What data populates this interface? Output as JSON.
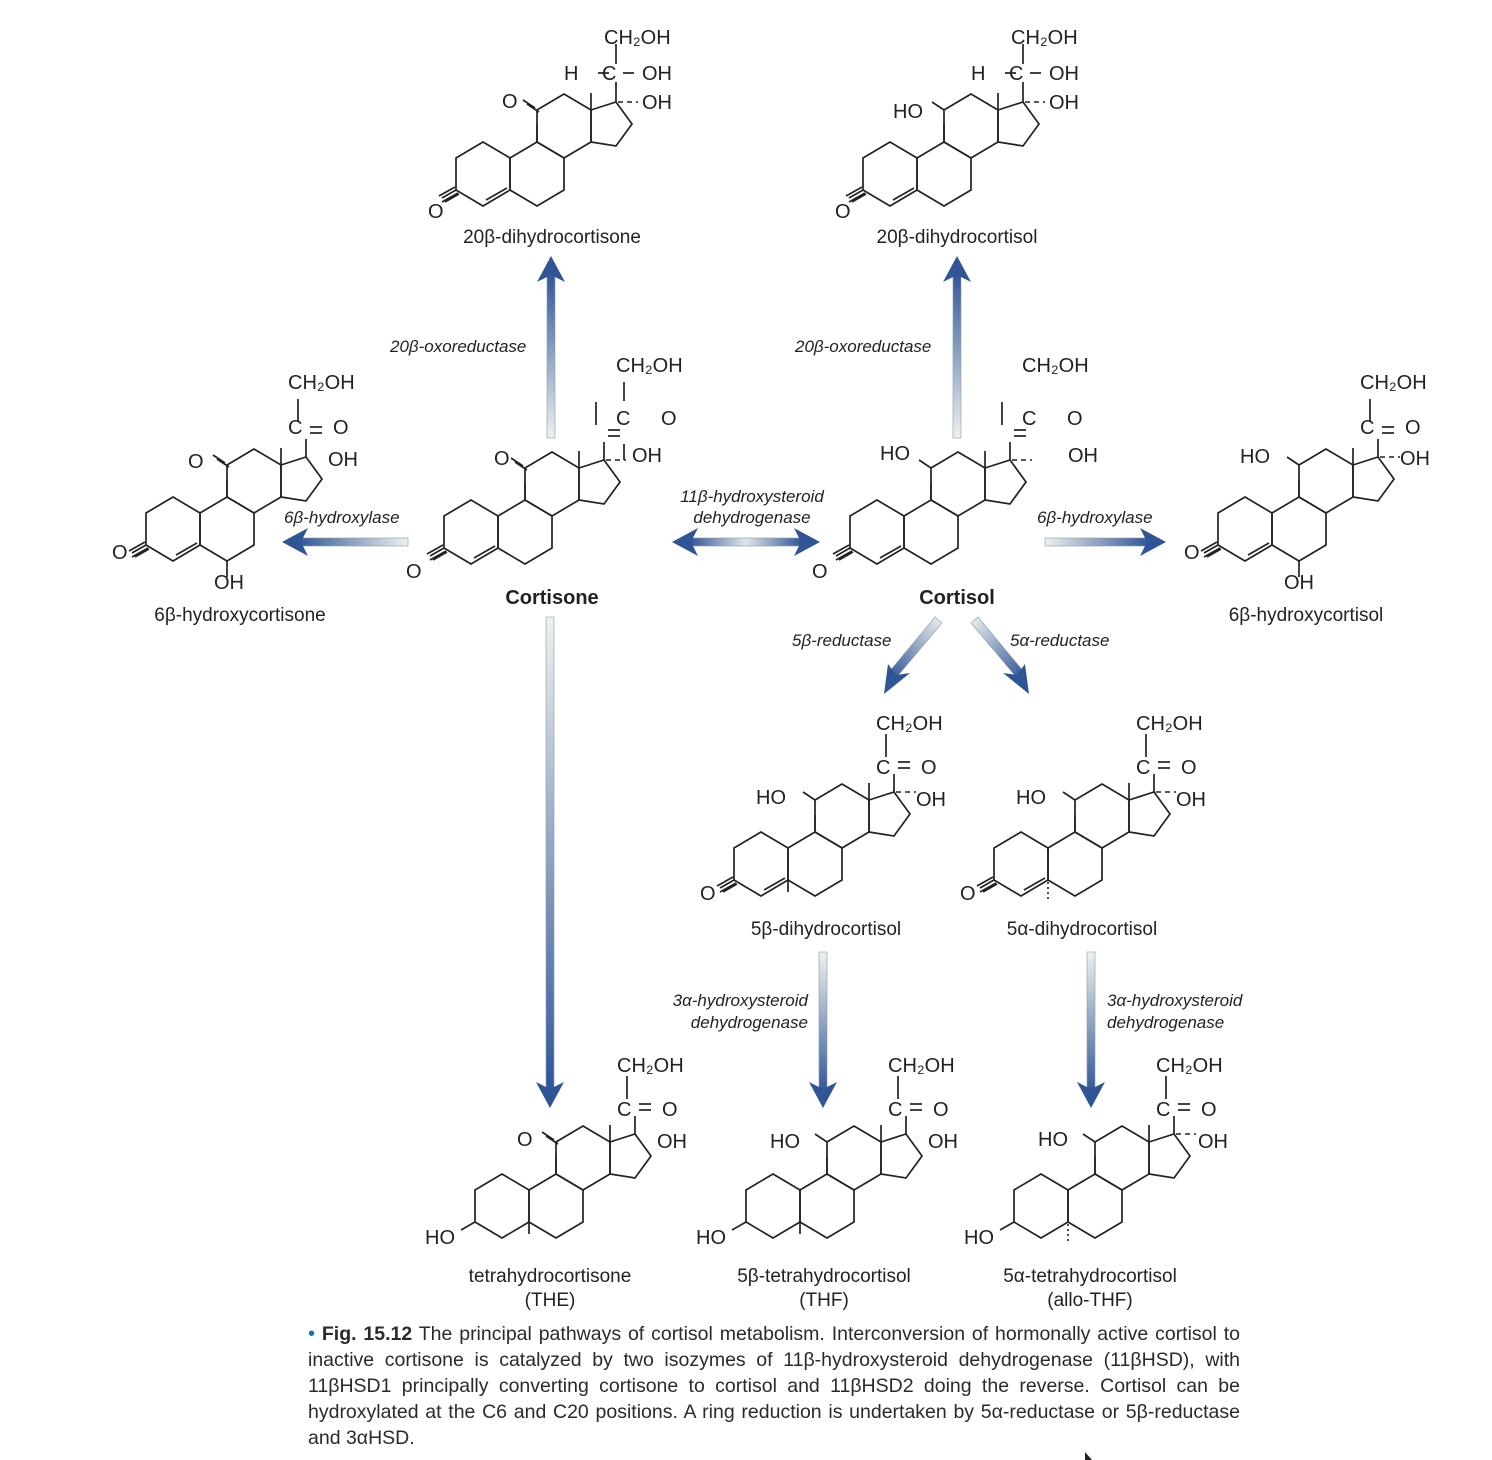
{
  "compounds": {
    "dihydrocortisone20b": {
      "name": "20β-dihydrocortisone",
      "ch2oh": "CH₂OH",
      "h": "H",
      "c": "C",
      "oh_side": "OH",
      "oh17": "OH",
      "o11": "O",
      "o3": "O"
    },
    "dihydrocortisol20b": {
      "name": "20β-dihydrocortisol",
      "ch2oh": "CH₂OH",
      "h": "H",
      "c": "C",
      "oh_side": "OH",
      "oh17": "OH",
      "ho11": "HO",
      "o3": "O"
    },
    "hydroxycortisone6b": {
      "name": "6β-hydroxycortisone",
      "ch2oh": "CH₂OH",
      "c": "C",
      "o20": "O",
      "oh17": "OH",
      "o11": "O",
      "o3": "O",
      "oh6": "OH"
    },
    "cortisone": {
      "name": "Cortisone",
      "ch2oh": "CH₂OH",
      "c": "C",
      "o20": "O",
      "oh17": "OH",
      "o11": "O",
      "o3": "O"
    },
    "cortisol": {
      "name": "Cortisol",
      "ch2oh": "CH₂OH",
      "c": "C",
      "o20": "O",
      "oh17": "OH",
      "ho11": "HO",
      "o3": "O"
    },
    "hydroxycortisol6b": {
      "name": "6β-hydroxycortisol",
      "ch2oh": "CH₂OH",
      "c": "C",
      "o20": "O",
      "oh17": "OH",
      "ho11": "HO",
      "o3": "O",
      "oh6": "OH"
    },
    "dihydrocortisol5b": {
      "name": "5β-dihydrocortisol",
      "ch2oh": "CH₂OH",
      "c": "C",
      "o20": "O",
      "oh17": "OH",
      "ho11": "HO",
      "o3": "O"
    },
    "dihydrocortisol5a": {
      "name": "5α-dihydrocortisol",
      "ch2oh": "CH₂OH",
      "c": "C",
      "o20": "O",
      "oh17": "OH",
      "ho11": "HO",
      "o3": "O"
    },
    "the": {
      "name": "tetrahydrocortisone",
      "abbr": "(THE)",
      "ch2oh": "CH₂OH",
      "c": "C",
      "o20": "O",
      "oh17": "OH",
      "o11": "O",
      "ho3": "HO"
    },
    "thf": {
      "name": "5β-tetrahydrocortisol",
      "abbr": "(THF)",
      "ch2oh": "CH₂OH",
      "c": "C",
      "o20": "O",
      "oh17": "OH",
      "ho11": "HO",
      "ho3": "HO"
    },
    "allothf": {
      "name": "5α-tetrahydrocortisol",
      "abbr": "(allo-THF)",
      "ch2oh": "CH₂OH",
      "c": "C",
      "o20": "O",
      "oh17": "OH",
      "ho11": "HO",
      "ho3": "HO"
    }
  },
  "enzymes": {
    "oxoreductase_left": "20β-oxoreductase",
    "oxoreductase_right": "20β-oxoreductase",
    "hydroxylase_left": "6β-hydroxylase",
    "hydroxylase_right": "6β-hydroxylase",
    "hsd11_line1": "11β-hydroxysteroid",
    "hsd11_line2": "dehydrogenase",
    "reductase5b": "5β-reductase",
    "reductase5a": "5α-reductase",
    "hsd3_left_line1": "3α-hydroxysteroid",
    "hsd3_left_line2": "dehydrogenase",
    "hsd3_right_line1": "3α-hydroxysteroid",
    "hsd3_right_line2": "dehydrogenase"
  },
  "caption": {
    "bullet": "•",
    "fig": "Fig. 15.12",
    "text": "The principal pathways of cortisol metabolism. Interconversion of hormonally active cortisol to inactive cortisone is catalyzed by two isozymes of 11β-hydroxysteroid dehydrogenase (11βHSD), with 11βHSD1 principally converting cortisone to cortisol and 11βHSD2 doing the reverse. Cortisol can be hydroxylated at the C6 and C20 positions. A ring reduction is undertaken by 5α-reductase or 5β-reductase and 3αHSD."
  },
  "colors": {
    "arrow_dark": "#2f5597",
    "arrow_light": "#e9eee9",
    "caption_bullet": "#1e6fb0"
  }
}
